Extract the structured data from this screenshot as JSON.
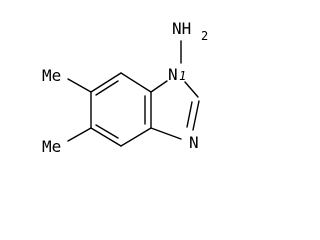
{
  "molecule": {
    "labels": {
      "amine": "NH",
      "amine_subscript": "2",
      "ring_n1": "N",
      "ring_n1_locant": "1",
      "ring_n3": "N",
      "methyl_upper": "Me",
      "methyl_lower": "Me"
    }
  }
}
